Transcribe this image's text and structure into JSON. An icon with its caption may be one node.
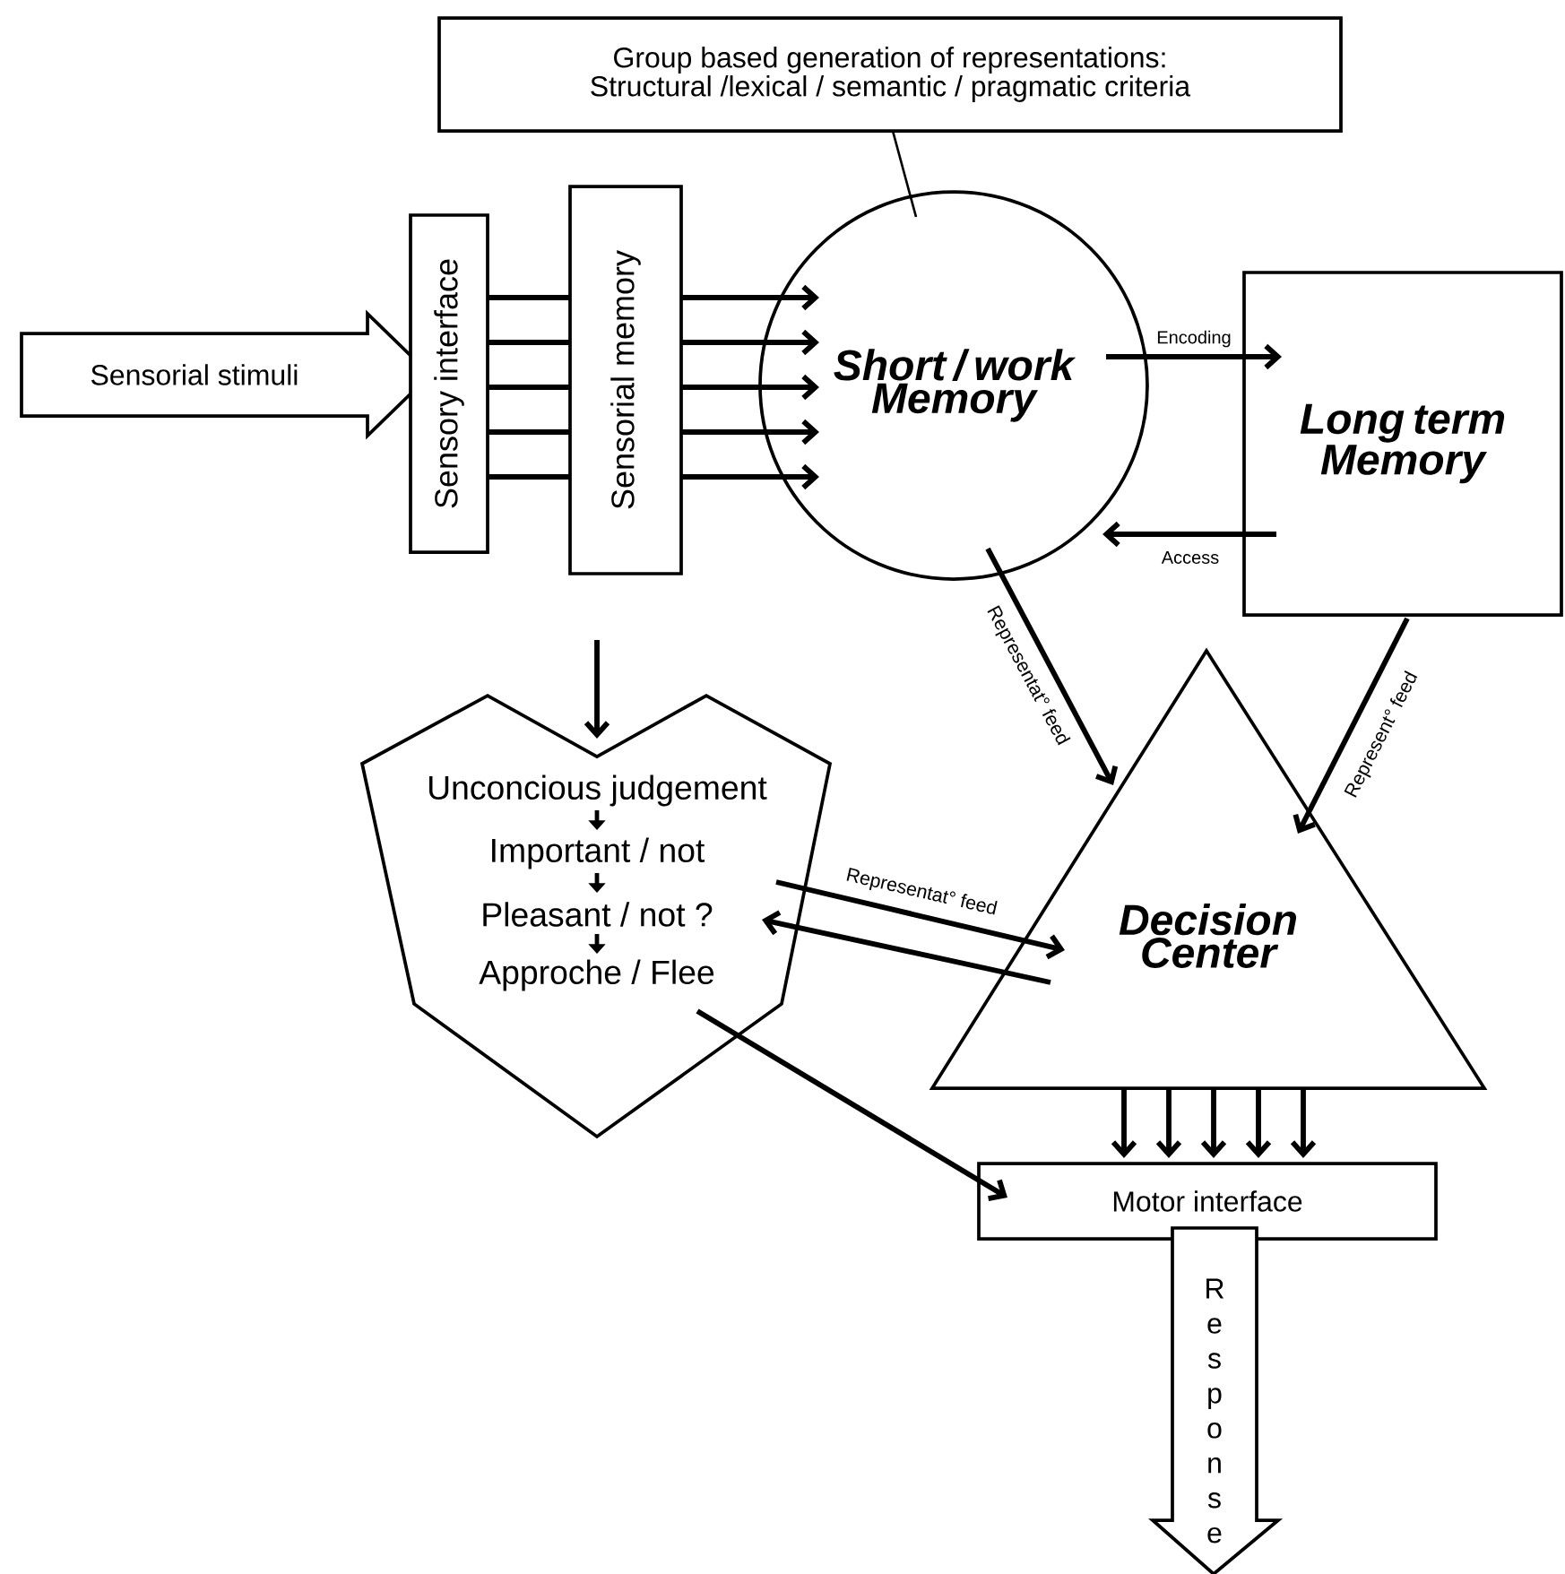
{
  "diagram": {
    "nodes": [
      {
        "text": [
          "Group based generation of representations: Structural /lexical / semantic / pragmatic criteria"
        ]
      },
      {
        "text": [
          "Sensorial stimuli"
        ]
      },
      {
        "text": [
          "Sensory interface"
        ]
      },
      {
        "text": [
          "Sensorial memory"
        ]
      },
      {
        "text": [
          "Short / work Memory"
        ]
      },
      {
        "text": [
          "Long term Memory"
        ]
      },
      {
        "text": [
          "Unconcious judgement",
          "Important / not",
          "Pleasant / not ?",
          "Approche / Flee"
        ]
      },
      {
        "text": [
          "Decision Center"
        ]
      },
      {
        "text": [
          "Motor interface"
        ]
      },
      {
        "text": [
          "Response"
        ]
      }
    ],
    "edges": [
      {
        "from": 0,
        "to": 4,
        "arrow": "none"
      },
      {
        "from": 2,
        "to": 3,
        "arrow": "none"
      },
      {
        "from": 2,
        "to": 3,
        "arrow": "none"
      },
      {
        "from": 2,
        "to": 3,
        "arrow": "none"
      },
      {
        "from": 2,
        "to": 3,
        "arrow": "none"
      },
      {
        "from": 2,
        "to": 3,
        "arrow": "none"
      },
      {
        "from": 3,
        "to": 4,
        "arrow": "to"
      },
      {
        "from": 3,
        "to": 4,
        "arrow": "to"
      },
      {
        "from": 3,
        "to": 4,
        "arrow": "to"
      },
      {
        "from": 3,
        "to": 4,
        "arrow": "to"
      },
      {
        "from": 3,
        "to": 4,
        "arrow": "to"
      },
      {
        "from": 4,
        "to": 5,
        "arrow": "to",
        "label": "Encoding"
      },
      {
        "from": 5,
        "to": 4,
        "arrow": "to",
        "label": "Access"
      },
      {
        "from": 4,
        "to": 7,
        "arrow": "to",
        "label": "Representat° feed"
      },
      {
        "from": 5,
        "to": 7,
        "arrow": "to",
        "label": "Represent° feed"
      },
      {
        "from": 6,
        "to": 7,
        "arrow": "to",
        "label": "Representat° feed"
      },
      {
        "from": 7,
        "to": 6,
        "arrow": "to"
      },
      {
        "from": null,
        "to": 6,
        "arrow": "to"
      },
      {
        "from": 6,
        "to": 8,
        "arrow": "to"
      },
      {
        "from": 7,
        "to": 8,
        "arrow": "to"
      },
      {
        "from": 7,
        "to": 8,
        "arrow": "to"
      },
      {
        "from": 7,
        "to": 8,
        "arrow": "to"
      },
      {
        "from": 7,
        "to": 8,
        "arrow": "to"
      },
      {
        "from": 7,
        "to": 8,
        "arrow": "to"
      }
    ]
  }
}
